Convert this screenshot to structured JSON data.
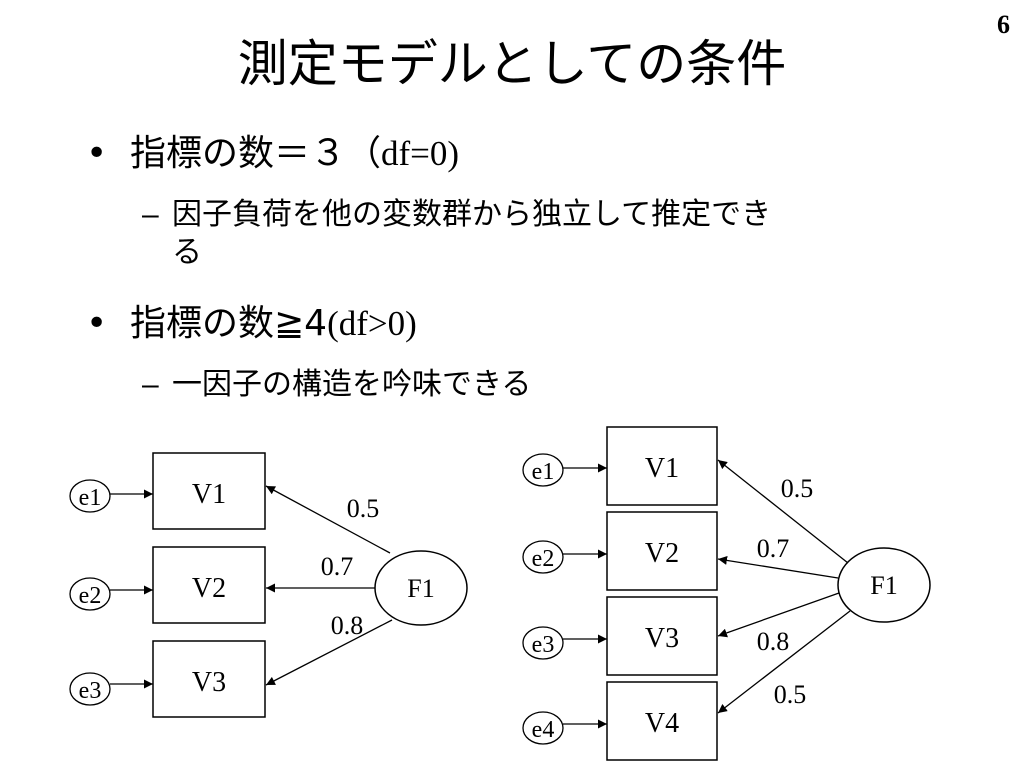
{
  "page_number": "6",
  "title": "測定モデルとしての条件",
  "bullets": [
    {
      "text": "指標の数＝３",
      "note": "（df=0)",
      "sub": "因子負荷を他の変数群から独立して推定でき",
      "sub_cont": "る"
    },
    {
      "text": "指標の数≧4",
      "note": "(df>0)",
      "sub": "一因子の構造を吟味できる",
      "sub_cont": ""
    }
  ],
  "diagrams": [
    {
      "factor": "F1",
      "indicators": [
        "V1",
        "V2",
        "V3"
      ],
      "errors": [
        "e1",
        "e2",
        "e3"
      ],
      "loadings": [
        "0.5",
        "0.7",
        "0.8"
      ]
    },
    {
      "factor": "F1",
      "indicators": [
        "V1",
        "V2",
        "V3",
        "V4"
      ],
      "errors": [
        "e1",
        "e2",
        "e3",
        "e4"
      ],
      "loadings": [
        "0.5",
        "0.7",
        "0.8",
        "0.5"
      ]
    }
  ]
}
